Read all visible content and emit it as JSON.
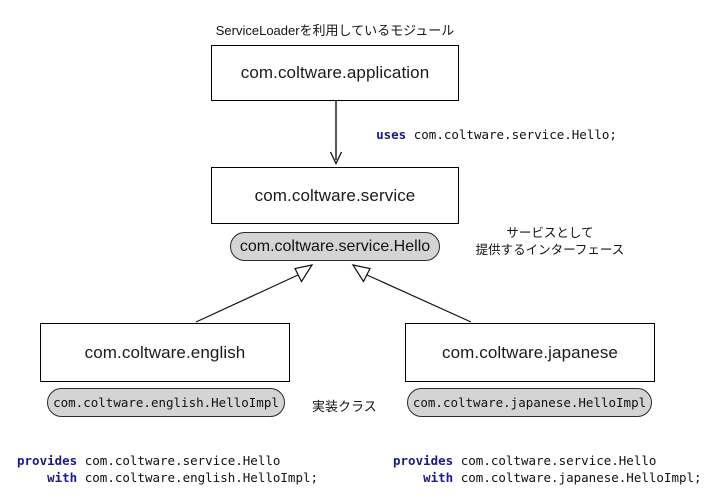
{
  "diagram": {
    "title_caption": "ServiceLoaderを利用しているモジュール",
    "interface_caption_line1": "サービスとして",
    "interface_caption_line2": "提供するインターフェース",
    "impl_caption": "実装クラス",
    "colors": {
      "background": "#ffffff",
      "box_border": "#000000",
      "pill_fill": "#d4d4d4",
      "pill_border": "#2b2b2b",
      "keyword": "#1a1a8c",
      "text": "#111111"
    },
    "modules": [
      {
        "id": "application",
        "label": "com.coltware.application"
      },
      {
        "id": "service",
        "label": "com.coltware.service"
      },
      {
        "id": "english",
        "label": "com.coltware.english"
      },
      {
        "id": "japanese",
        "label": "com.coltware.japanese"
      }
    ],
    "types": [
      {
        "id": "service-interface",
        "label": "com.coltware.service.Hello",
        "style": "sans"
      },
      {
        "id": "english-impl",
        "label": "com.coltware.english.HelloImpl",
        "style": "mono"
      },
      {
        "id": "japanese-impl",
        "label": "com.coltware.japanese.HelloImpl",
        "style": "mono"
      }
    ],
    "edges": [
      {
        "id": "uses-edge",
        "from": "application",
        "to": "service",
        "arrowhead": "open-v",
        "label_keyword": "uses",
        "label_rest": " com.coltware.service.Hello;"
      },
      {
        "id": "english-realization-edge",
        "from": "english",
        "to": "service-interface",
        "arrowhead": "hollow-triangle"
      },
      {
        "id": "japanese-realization-edge",
        "from": "japanese",
        "to": "service-interface",
        "arrowhead": "hollow-triangle"
      }
    ],
    "directives": [
      {
        "id": "english-provides",
        "line1_keyword": "provides",
        "line1_rest": " com.coltware.service.Hello",
        "line2_indent": "    ",
        "line2_keyword": "with",
        "line2_rest": " com.coltware.english.HelloImpl;"
      },
      {
        "id": "japanese-provides",
        "line1_keyword": "provides",
        "line1_rest": " com.coltware.service.Hello",
        "line2_indent": "    ",
        "line2_keyword": "with",
        "line2_rest": " com.coltware.japanese.HelloImpl;"
      }
    ]
  }
}
